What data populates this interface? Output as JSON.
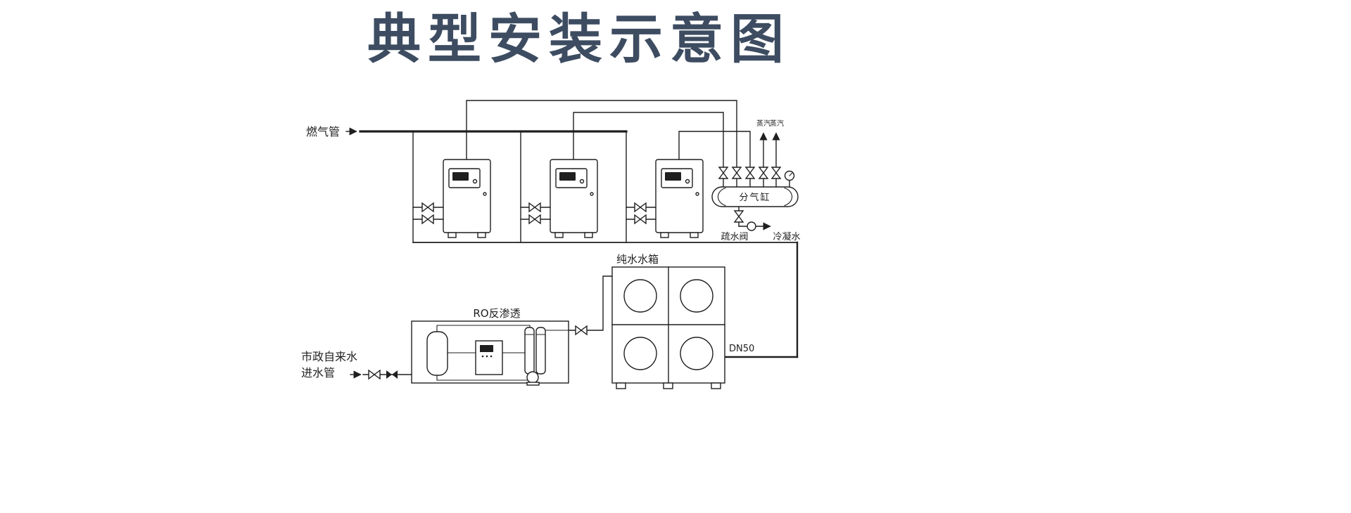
{
  "title": "典型安装示意图",
  "colors": {
    "title": "#3d4c61",
    "line": "#1f1f1f",
    "background": "#ffffff"
  },
  "diagram": {
    "gas_pipe_label": "燃气管",
    "steam_labels": [
      "蒸汽",
      "蒸汽"
    ],
    "steam_header_label": "分气缸",
    "steam_trap_label": "疏水阀",
    "condensate_label": "冷凝水",
    "pure_water_tank_label": "纯水水箱",
    "ro_unit_label": "RO反渗透",
    "city_water_label_line1": "市政自来水",
    "city_water_label_line2": "进水管",
    "pipe_size_label": "DN50"
  }
}
